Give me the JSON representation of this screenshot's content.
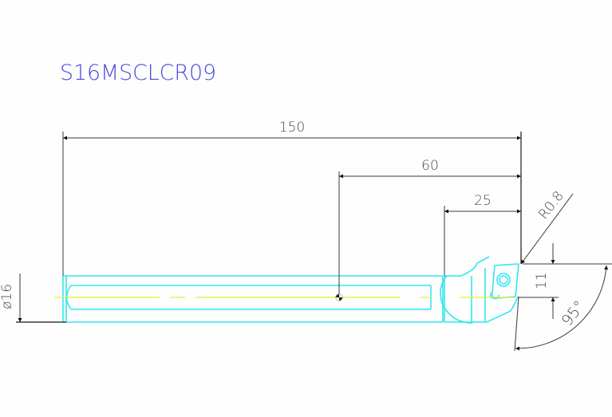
{
  "drawing": {
    "title": "S16MSCLCR09",
    "colors": {
      "background": "#fdfefd",
      "title": "#4a4ae0",
      "tool_outline": "#33e6f0",
      "centerline": "#ecec3a",
      "dimension": "#3a3a3a",
      "dimension_text": "#4a4a4a"
    },
    "dimensions": {
      "overall_length": "150",
      "gauge_length": "60",
      "head_length": "25",
      "shank_diameter": "ø16",
      "corner_radius": "R0.8",
      "height_offset": "11",
      "approach_angle": "95°"
    }
  }
}
